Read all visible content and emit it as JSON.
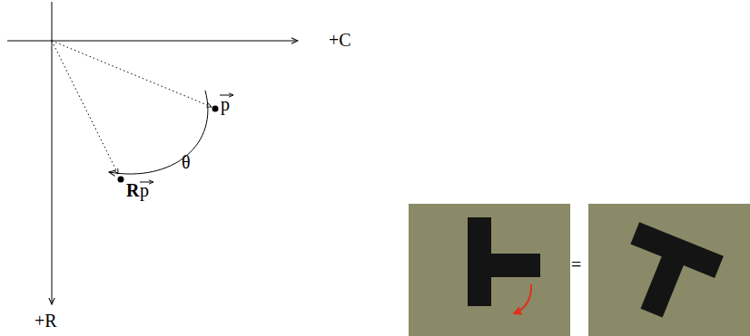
{
  "diagram": {
    "labels": [
      "+C",
      "p",
      "θ",
      "R",
      "p",
      "+R",
      "="
    ]
  }
}
